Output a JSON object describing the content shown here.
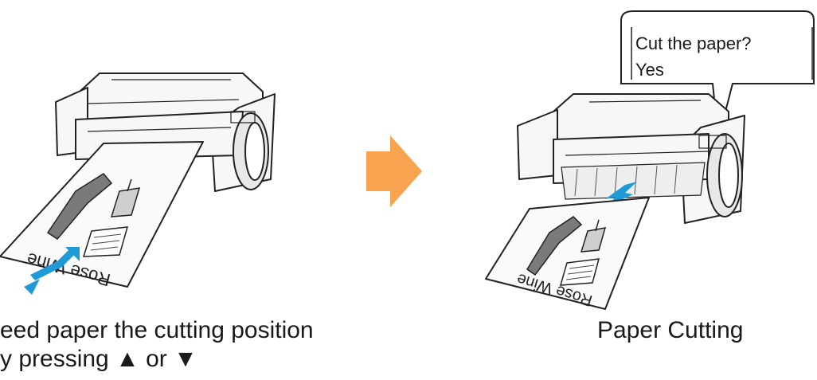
{
  "left_step": {
    "caption_line1": "eed paper the cutting position",
    "caption_line2": "y pressing ▲ or ▼",
    "paper_label": "Rose Wine"
  },
  "arrow": {
    "color": "#F7A350"
  },
  "right_step": {
    "balloon_line1": "Cut the paper?",
    "balloon_line2": "Yes",
    "caption": "Paper Cutting",
    "paper_label": "Rose Wine"
  },
  "colors": {
    "blue_arrow": "#1E9BD7",
    "line": "#222222"
  }
}
